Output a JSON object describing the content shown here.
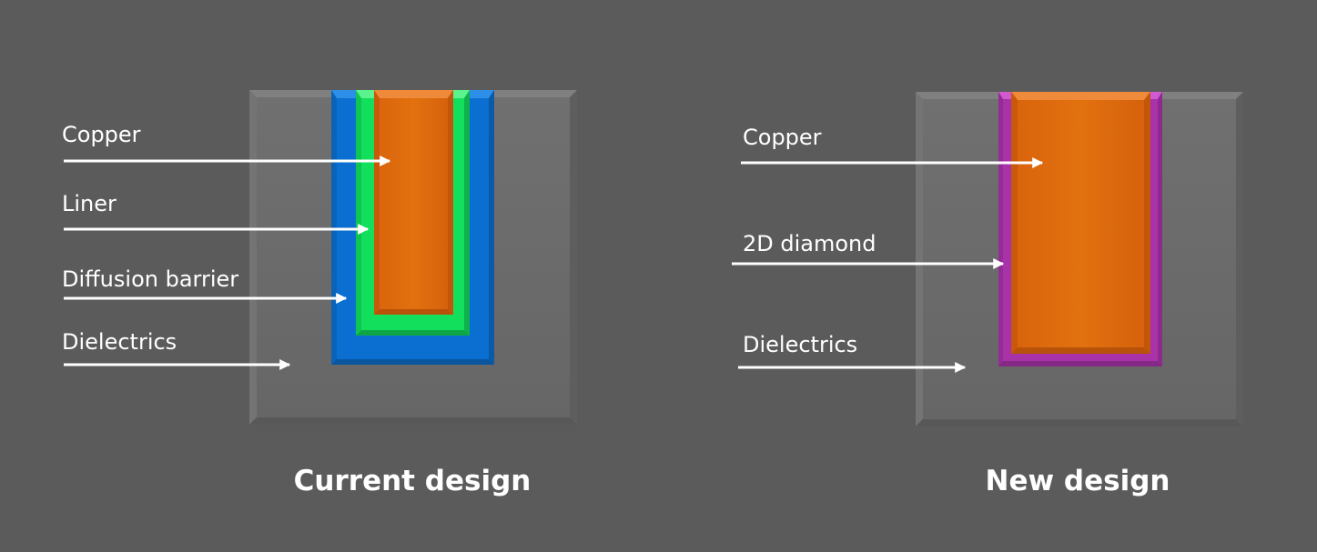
{
  "colors": {
    "background": "#5b5b5b",
    "dielectric": "#6c6c6c",
    "diffusion_barrier": "#0a6fd0",
    "liner": "#12e05c",
    "copper": "#e06a10",
    "diamond": "#a833a8",
    "arrow": "#ffffff",
    "text": "#ffffff"
  },
  "current": {
    "caption": "Current design",
    "labels": {
      "copper": "Copper",
      "liner": "Liner",
      "diffusion_barrier": "Diffusion barrier",
      "dielectrics": "Dielectrics"
    }
  },
  "new": {
    "caption": "New design",
    "labels": {
      "copper": "Copper",
      "diamond": "2D diamond",
      "dielectrics": "Dielectrics"
    }
  }
}
